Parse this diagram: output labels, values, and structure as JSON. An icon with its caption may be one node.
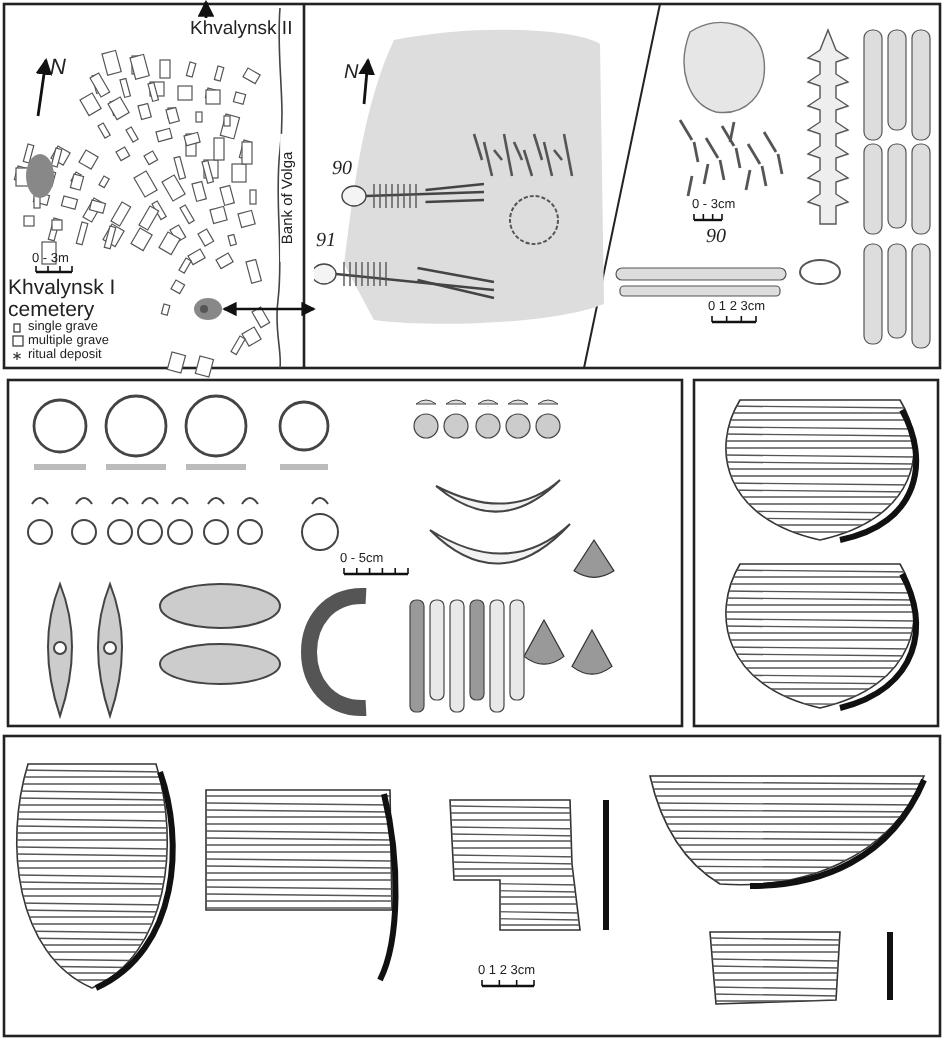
{
  "diagram": {
    "nodes": [
      {
        "text": [],
        "shape": "picture"
      },
      {
        "text": [
          "90",
          "91"
        ]
      }
    ],
    "edges": [
      {
        "from": 0,
        "to": 1,
        "arrow": "both"
      }
    ],
    "labels": [
      "Khvalynsk II",
      "N",
      "N",
      "Bank of Volga",
      "0 - 3m",
      "Khvalynsk I cemetery",
      "0 - 3cm",
      "90",
      "0 1 2 3cm",
      "0 - 5cm",
      "0 1 2 3cm"
    ],
    "legend": [
      {
        "text": "single grave"
      },
      {
        "text": "multiple grave"
      },
      {
        "text": "ritual deposit"
      }
    ]
  }
}
